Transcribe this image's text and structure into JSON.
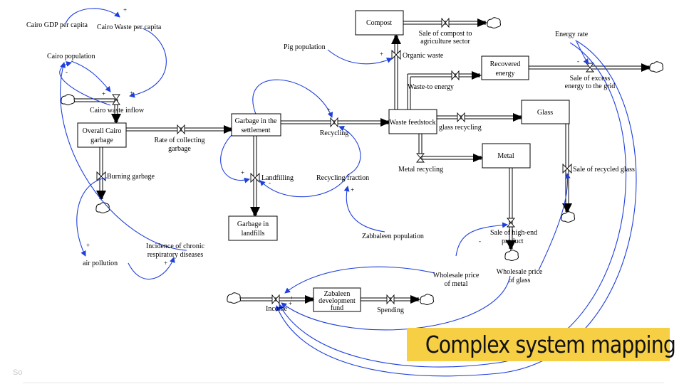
{
  "title": "Complex system mapping",
  "source_note": "So",
  "colors": {
    "link": "#1f3fdc",
    "banner": "#f6cf45",
    "stock_border": "#000000"
  },
  "stocks": {
    "overall_cairo_garbage": [
      "Overall Cairo",
      "garbage"
    ],
    "garbage_in_settlement": [
      "Garbage in the",
      "settlement"
    ],
    "waste_feedstock": [
      "Waste feedstock"
    ],
    "compost": [
      "Compost"
    ],
    "recovered_energy": [
      "Recovered",
      "energy"
    ],
    "glass": [
      "Glass"
    ],
    "metal": [
      "Metal"
    ],
    "garbage_in_landfills": [
      "Garbage in",
      "landfills"
    ],
    "zabaleen_fund": [
      "Zabaleen",
      "development",
      "fund"
    ]
  },
  "flows": {
    "cairo_waste_inflow": [
      "Cairo waste inflow"
    ],
    "rate_of_collecting": [
      "Rate of collecting",
      "garbage"
    ],
    "burning_garbage": [
      "Burning garbage"
    ],
    "recycling": [
      "Recycling"
    ],
    "landfilling": [
      "Landfilling"
    ],
    "organic_waste": [
      "Organic waste"
    ],
    "waste_to_energy": [
      "Waste-to energy"
    ],
    "glass_recycling": [
      "glass recycling"
    ],
    "metal_recycling": [
      "Metal recycling"
    ],
    "sale_of_compost": [
      "Sale of compost to",
      "agriculture sector"
    ],
    "sale_of_excess_energy": [
      "Sale of excess",
      "energy to the grid"
    ],
    "sale_of_recycled_glass": [
      "Sale of recycled glass"
    ],
    "sale_of_high_end": [
      "Sale of high-end",
      "product"
    ],
    "income": [
      "Income"
    ],
    "spending": [
      "Spending"
    ]
  },
  "variables": {
    "cairo_gdp": [
      "Cairo GDP per capita"
    ],
    "cairo_waste_per_capita": [
      "Cairo Waste per capita"
    ],
    "cairo_population": [
      "Cairo population"
    ],
    "pig_population": [
      "Pig population"
    ],
    "energy_rate": [
      "Energy rate"
    ],
    "recycling_fraction": [
      "Recycling fraction"
    ],
    "zabbaleen_population": [
      "Zabbaleen population"
    ],
    "air_pollution": [
      "air pollution"
    ],
    "incidence_chronic": [
      "Incidence of chronic",
      "respiratory diseases"
    ],
    "wholesale_metal": [
      "Wholesale price",
      "of metal"
    ],
    "wholesale_glass": [
      "Wholesale price",
      "of glass"
    ]
  },
  "polarities": {
    "gdp_to_waste": "+",
    "pop_to_inflow": "+",
    "wpc_to_inflow": "+",
    "pop_minus": "-",
    "settle_to_recycling": "+",
    "settle_to_landfill": "+",
    "landfill_minus": "-",
    "zab_to_fraction": "+",
    "pig_to_organic": "+",
    "energy_rate_minus": "-",
    "burn_to_air": "+",
    "air_to_incidence": "+",
    "metal_price_minus": "-",
    "income_plus_1": "+",
    "income_plus_2": "+"
  }
}
